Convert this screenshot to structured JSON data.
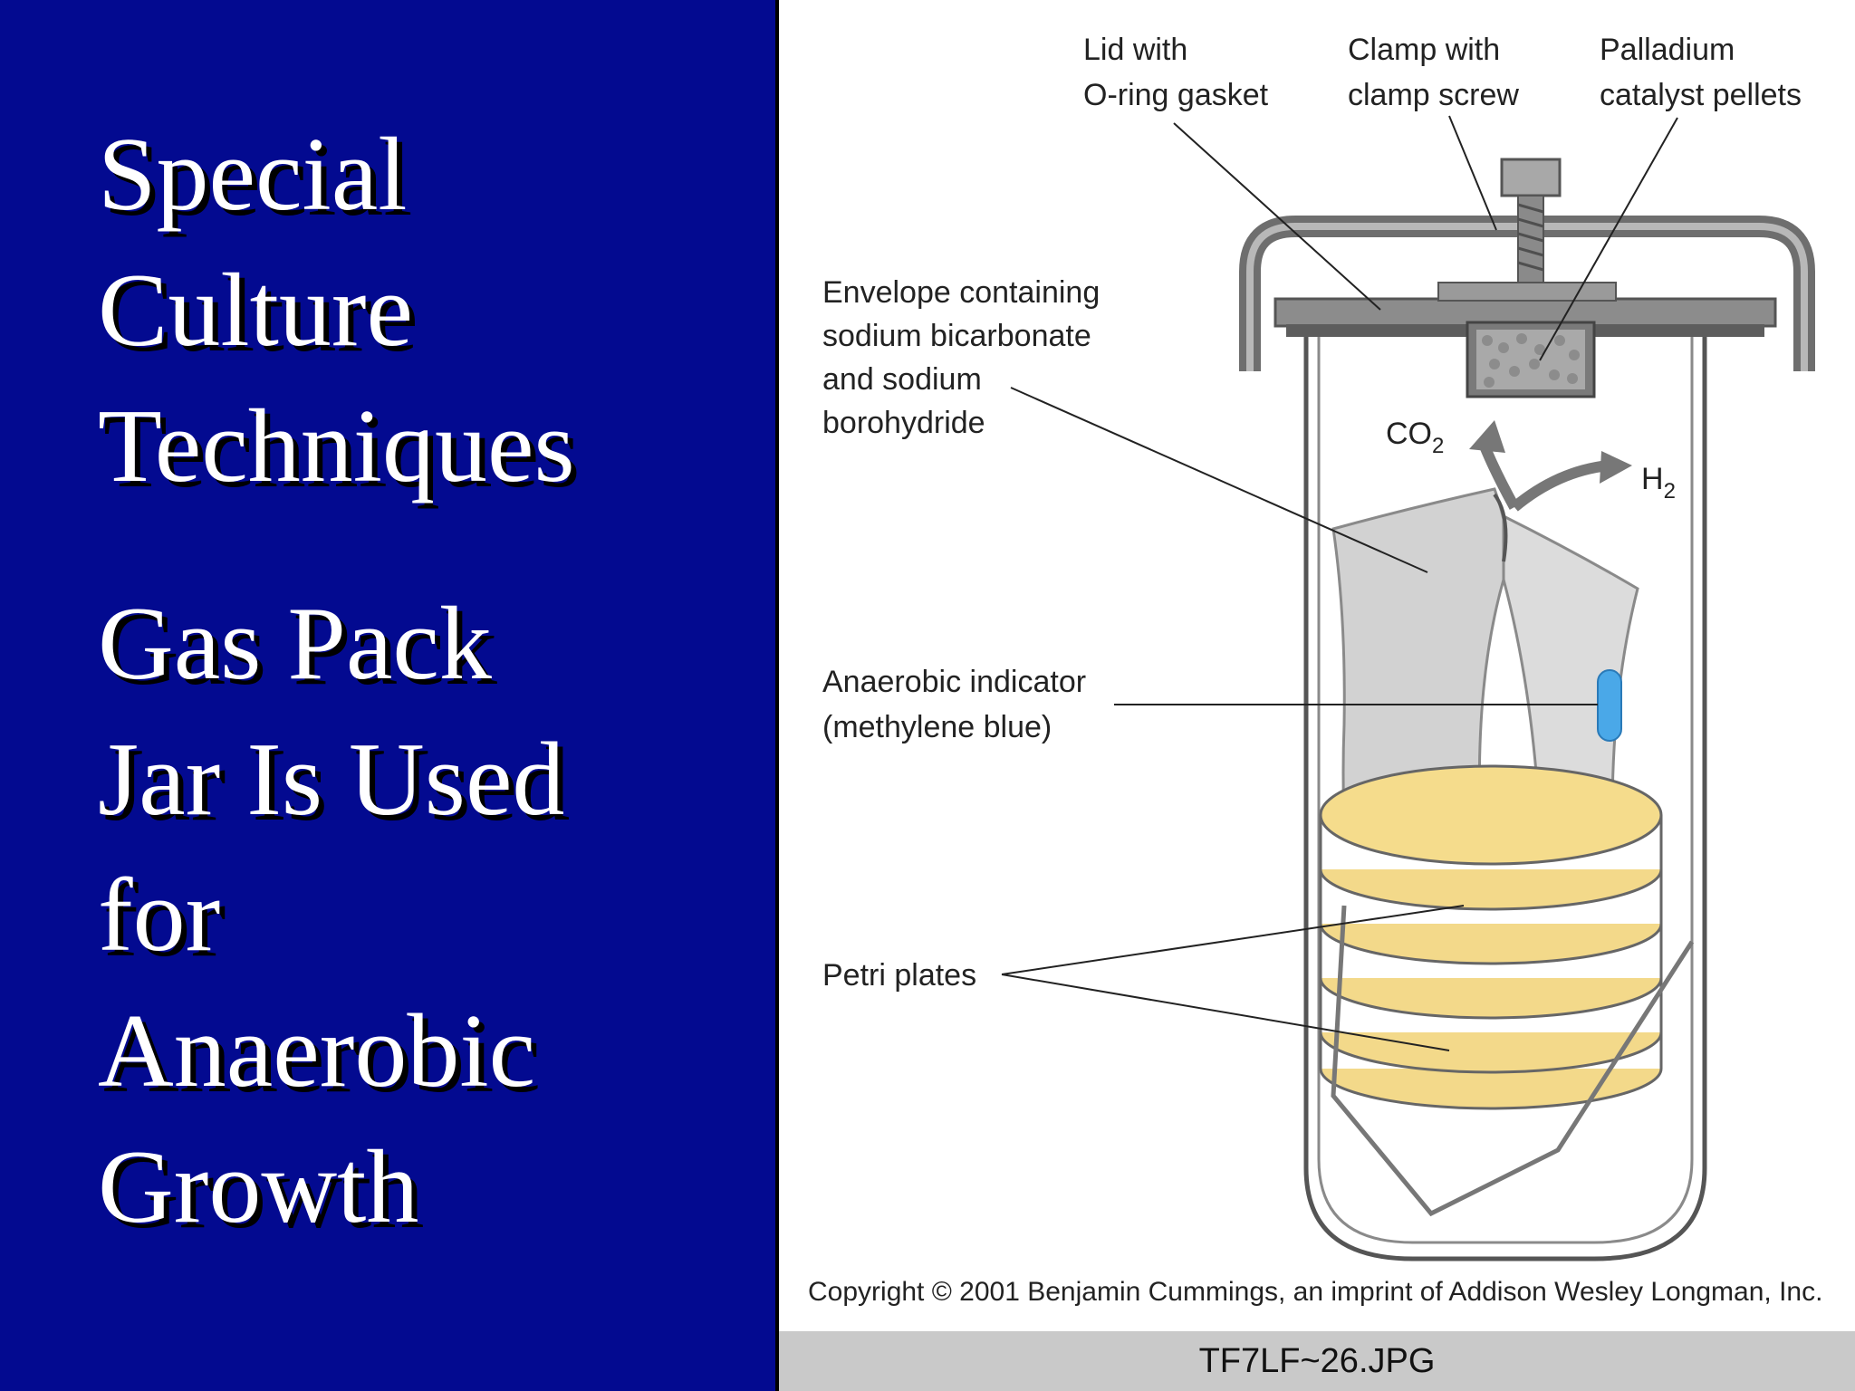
{
  "slide": {
    "title_lines": [
      "Special",
      "Culture",
      "Techniques"
    ],
    "subtitle_lines": [
      "Gas Pack",
      "Jar Is Used",
      "for",
      "Anaerobic",
      "Growth"
    ]
  },
  "figure": {
    "labels": {
      "lid_1": "Lid with",
      "lid_2": "O-ring gasket",
      "clamp_1": "Clamp with",
      "clamp_2": "clamp screw",
      "pallad_1": "Palladium",
      "pallad_2": "catalyst pellets",
      "env_1": "Envelope containing",
      "env_2": "sodium bicarbonate",
      "env_3": "and sodium",
      "env_4": "borohydride",
      "co2_main": "CO",
      "co2_sub": "2",
      "h2_main": "H",
      "h2_sub": "2",
      "indicator_1": "Anaerobic indicator",
      "indicator_2": "(methylene blue)",
      "petri": "Petri plates"
    },
    "copyright": "Copyright © 2001 Benjamin Cummings, an imprint of Addison Wesley Longman, Inc.",
    "filename": "TF7LF~26.JPG"
  },
  "colors": {
    "background_blue": "#030a90",
    "plate_yellow": "#f3d98a",
    "indicator_blue": "#4aa8e8",
    "envelope_gray": "#d2d2d2"
  }
}
